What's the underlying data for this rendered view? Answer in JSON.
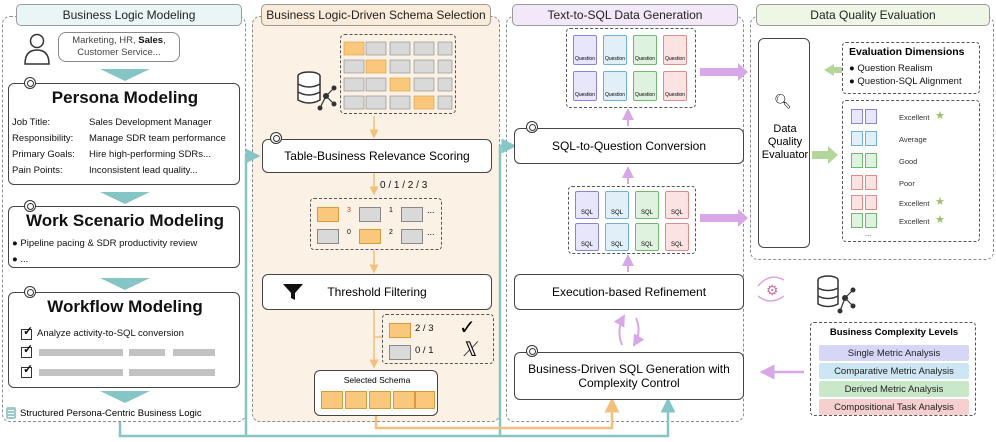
{
  "panels": {
    "p1_title": "Business Logic Modeling",
    "p2_title": "Business Logic-Driven Schema Selection",
    "p3_title": "Text-to-SQL Data Generation",
    "p4_title": "Data Quality Evaluation"
  },
  "persona_bubble": {
    "text_before": "Marketing, HR, ",
    "text_bold": "Sales",
    "text_after": ", Customer Service..."
  },
  "persona": {
    "title": "Persona Modeling",
    "rows": [
      {
        "label": "Job Title:",
        "value": "Sales Development Manager"
      },
      {
        "label": "Responsibility:",
        "value": "Manage SDR team performance"
      },
      {
        "label": "Primary Goals:",
        "value": "Hire high-performing SDRs..."
      },
      {
        "label": "Pain Points:",
        "value": "Inconsistent lead quality..."
      }
    ]
  },
  "work_scenario": {
    "title": "Work Scenario Modeling",
    "items": [
      "Pipeline pacing & SDR productivity review",
      "..."
    ]
  },
  "workflow": {
    "title": "Workflow Modeling",
    "task": "Analyze activity-to-SQL conversion"
  },
  "structured_output": "Structured Persona-Centric Business Logic",
  "schema": {
    "relevance_scoring": "Table-Business Relevance Scoring",
    "scores_label": "0 / 1 / 2 / 3",
    "score_values": [
      "3",
      "1",
      "0",
      "2"
    ],
    "threshold_filtering": "Threshold Filtering",
    "keep_score": "2 / 3",
    "drop_score": "0 / 1",
    "selected_schema": "Selected Schema",
    "dots": "..."
  },
  "generation": {
    "question_files": [
      "Question",
      "Question",
      "Question",
      "Question",
      "Question",
      "Question",
      "Question",
      "Question"
    ],
    "sql_files": [
      "SQL",
      "SQL",
      "SQL",
      "SQL",
      "SQL",
      "SQL",
      "SQL",
      "SQL"
    ],
    "sql_to_question": "SQL-to-Question Conversion",
    "execution_refinement": "Execution-based Refinement",
    "business_driven": "Business-Driven SQL Generation with Complexity Control"
  },
  "evaluation": {
    "evaluator": "Data Quality Evaluator",
    "dimensions_title": "Evaluation Dimensions",
    "dimensions": [
      "Question Realism",
      "Question-SQL Alignment"
    ],
    "ratings": [
      "Excellent",
      "Average",
      "Good",
      "Poor",
      "Excellent",
      "Excellent"
    ],
    "more": "..."
  },
  "complexity": {
    "title": "Business Complexity Levels",
    "levels": [
      {
        "name": "Single Metric Analysis",
        "color": "#d6d6f7"
      },
      {
        "name": "Comparative Metric Analysis",
        "color": "#cce6f3"
      },
      {
        "name": "Derived Metric Analysis",
        "color": "#c9e8c9"
      },
      {
        "name": "Compositional Task Analysis",
        "color": "#f6cfcf"
      }
    ]
  },
  "colors": {
    "teal_arrow": "#86c5c5",
    "orange_arrow": "#f3c07c",
    "purple_arrow": "#d7a7e8",
    "green_arrow": "#b5d69b",
    "table_orange": "#f9c87c",
    "table_gray": "#d9d9d9"
  }
}
